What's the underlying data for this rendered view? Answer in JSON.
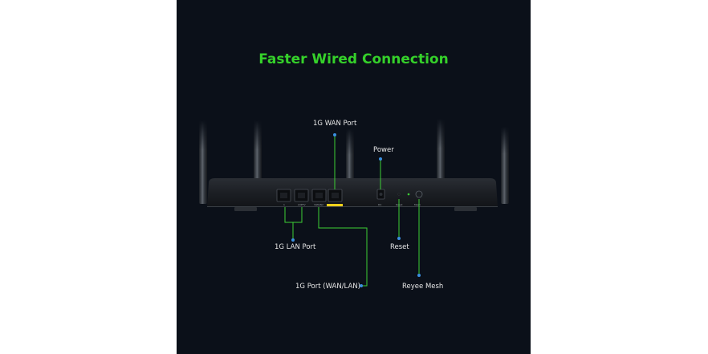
{
  "title": "Faster Wired Connection",
  "labels": {
    "wan_port": "1G WAN Port",
    "power": "Power",
    "lan_port": "1G LAN Port",
    "reset": "Reset",
    "wan_lan_port": "1G Port (WAN/LAN)",
    "reyee_mesh": "Reyee Mesh"
  },
  "colors": {
    "background": "#0b1019",
    "title": "#35d02a",
    "callout_line": "#3ccf35",
    "callout_dot": "#3b8fe0",
    "wan_highlight": "#f2d21b"
  }
}
